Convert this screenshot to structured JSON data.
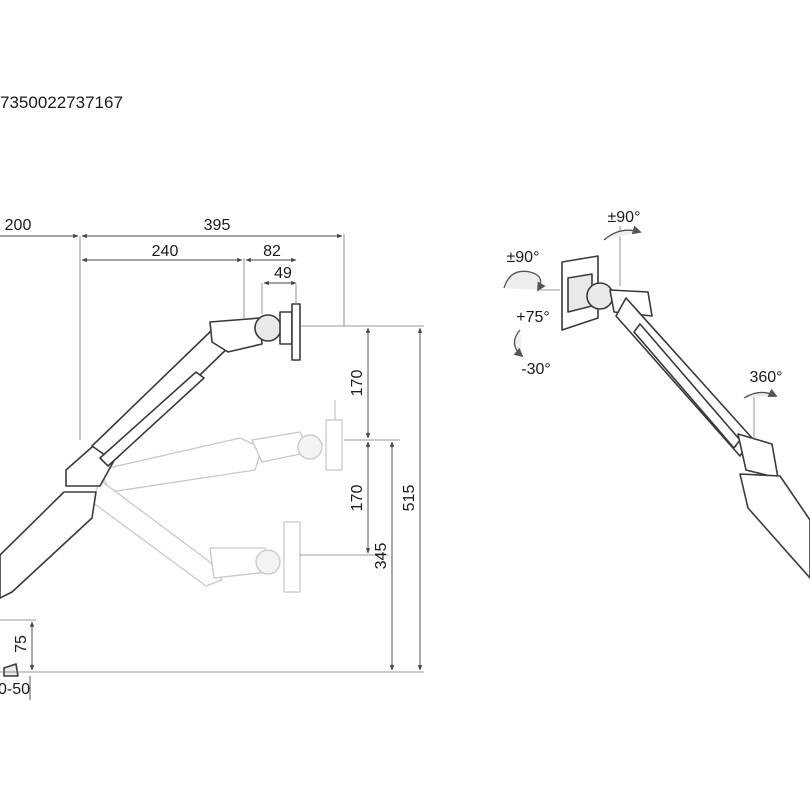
{
  "product_code": "7350022737167",
  "side_view": {
    "dimensions": {
      "reach_total": "395",
      "base_offset": "200",
      "arm_length": "240",
      "head_depth": "82",
      "plate_depth": "49",
      "upper_step": "170",
      "lower_step": "170",
      "low_height": "345",
      "max_height": "515",
      "pole_height": "75",
      "clamp_range": "0-50"
    }
  },
  "tilt_view": {
    "rotations": {
      "swivel_top": "±90°",
      "rotate_side": "±90°",
      "tilt_up": "+75°",
      "tilt_down": "-30°",
      "base_rotation": "360°"
    }
  }
}
